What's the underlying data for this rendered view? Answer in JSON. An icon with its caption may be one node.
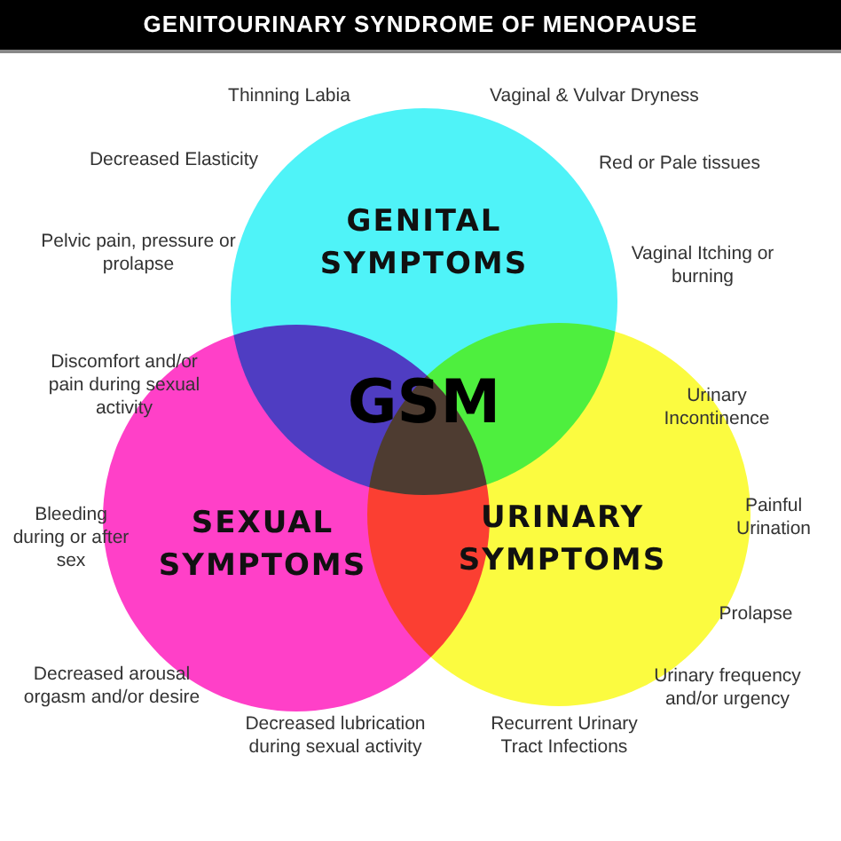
{
  "diagram": {
    "title": "GENITOURINARY SYNDROME OF MENOPAUSE",
    "nodes": [
      {
        "text": [
          "GENITAL SYMPTOMS"
        ]
      },
      {
        "text": [
          "SEXUAL SYMPTOMS"
        ]
      },
      {
        "text": [
          "URINARY SYMPTOMS"
        ]
      }
    ],
    "labels": [
      "Thinning Labia",
      "Vaginal & Vulvar Dryness",
      "Decreased Elasticity",
      "Red or Pale tissues",
      "Pelvic pain, pressure or prolapse",
      "Vaginal Itching or burning",
      "Discomfort and/or pain during sexual activity",
      "GSM",
      "Urinary Incontinence",
      "Bleeding during or after sex",
      "Painful Urination",
      "Prolapse",
      "Decreased arousal orgasm and/or desire",
      "Urinary frequency and/or urgency",
      "Decreased lubrication during sexual activity",
      "Recurrent Urinary Tract Infections"
    ]
  }
}
